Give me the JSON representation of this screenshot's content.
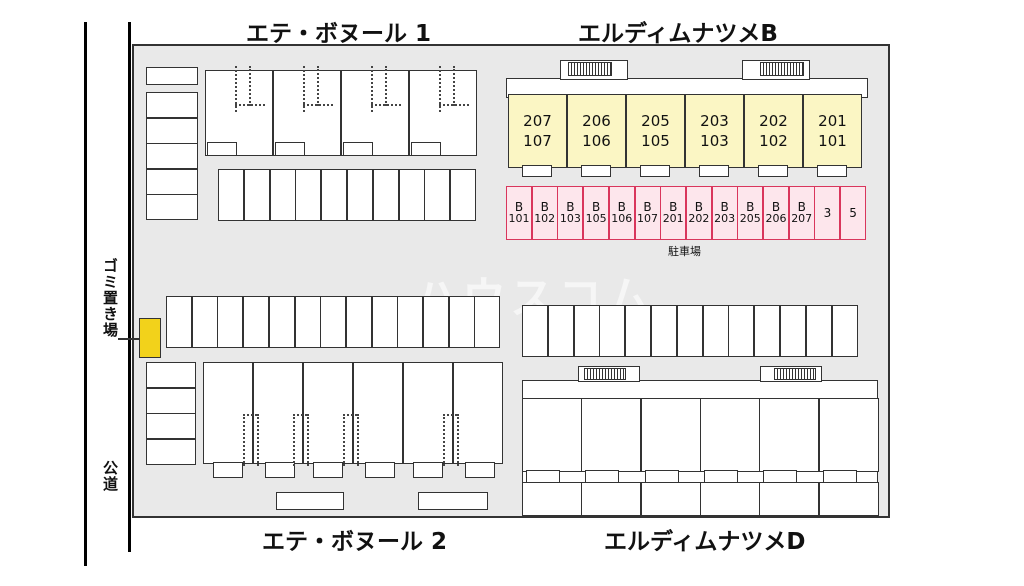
{
  "titles": {
    "top_left": "エテ・ボヌール 1",
    "top_right": "エルディムナツメB",
    "bottom_left": "エテ・ボヌール 2",
    "bottom_right": "エルディムナツメD"
  },
  "labels": {
    "garbage": "ゴミ置き場",
    "road": "公道",
    "parking": "駐車場",
    "watermark": "ハウスコム"
  },
  "building_b_units": [
    {
      "upper": "207",
      "lower": "107"
    },
    {
      "upper": "206",
      "lower": "106"
    },
    {
      "upper": "205",
      "lower": "105"
    },
    {
      "upper": "203",
      "lower": "103"
    },
    {
      "upper": "202",
      "lower": "102"
    },
    {
      "upper": "201",
      "lower": "101"
    }
  ],
  "parking_spaces": [
    {
      "top": "B",
      "bottom": "101"
    },
    {
      "top": "B",
      "bottom": "102"
    },
    {
      "top": "B",
      "bottom": "103"
    },
    {
      "top": "B",
      "bottom": "105"
    },
    {
      "top": "B",
      "bottom": "106"
    },
    {
      "top": "B",
      "bottom": "107"
    },
    {
      "top": "B",
      "bottom": "201"
    },
    {
      "top": "B",
      "bottom": "202"
    },
    {
      "top": "B",
      "bottom": "203"
    },
    {
      "top": "B",
      "bottom": "205"
    },
    {
      "top": "B",
      "bottom": "206"
    },
    {
      "top": "B",
      "bottom": "207"
    },
    {
      "top": "",
      "bottom": "3"
    },
    {
      "top": "",
      "bottom": "5"
    }
  ],
  "colors": {
    "site": "#e9e9e9",
    "building_b": "#fbf6c4",
    "parking_fill": "#fde6ec",
    "parking_border": "#d9365c",
    "garbage": "#f2d21b"
  }
}
